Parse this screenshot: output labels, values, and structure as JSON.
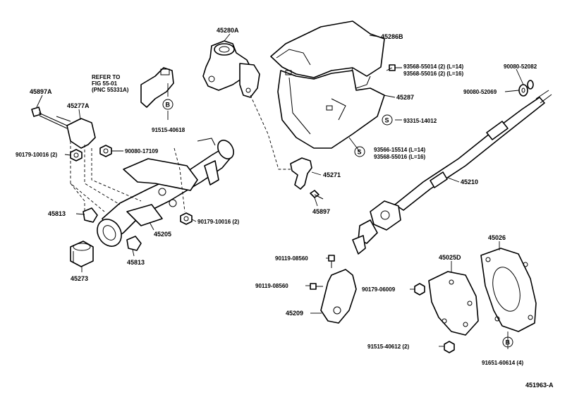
{
  "diagram_id": "451963-A",
  "callouts": {
    "p45280A": "45280A",
    "p45286B": "45286B",
    "p45287": "45287",
    "p45897A": "45897A",
    "p45277A": "45277A",
    "p45271": "45271",
    "p45897": "45897",
    "p45813a": "45813",
    "p45813b": "45813",
    "p45205": "45205",
    "p45273": "45273",
    "p45210": "45210",
    "p45026": "45026",
    "p45025D": "45025D",
    "p45209": "45209"
  },
  "refer_note": {
    "line1": "REFER TO",
    "line2": "FIG 55-01",
    "line3": "(PNC 55331A)"
  },
  "parts": {
    "n91515_40618": "91515-40618",
    "n90179_10016_2a": "90179-10016 (2)",
    "n90080_17109": "90080-17109",
    "n90179_10016_2b": "90179-10016 (2)",
    "n93568_55014": "93568-55014 (2) (L=14)",
    "n93568_55016": "93568-55016 (2) (L=16)",
    "n90080_52082": "90080-52082",
    "n90080_52069": "90080-52069",
    "n93315_14012": "93315-14012",
    "n93566_15514": "93566-15514 (L=14)",
    "n93568_55016b": "93568-55016 (L=16)",
    "n90119_08560a": "90119-08560",
    "n90119_08560b": "90119-08560",
    "n90179_06009": "90179-06009",
    "n91515_40612": "91515-40612 (2)",
    "n91651_60614": "91651-60614 (4)"
  },
  "symbols": {
    "B": "B",
    "S": "S"
  }
}
